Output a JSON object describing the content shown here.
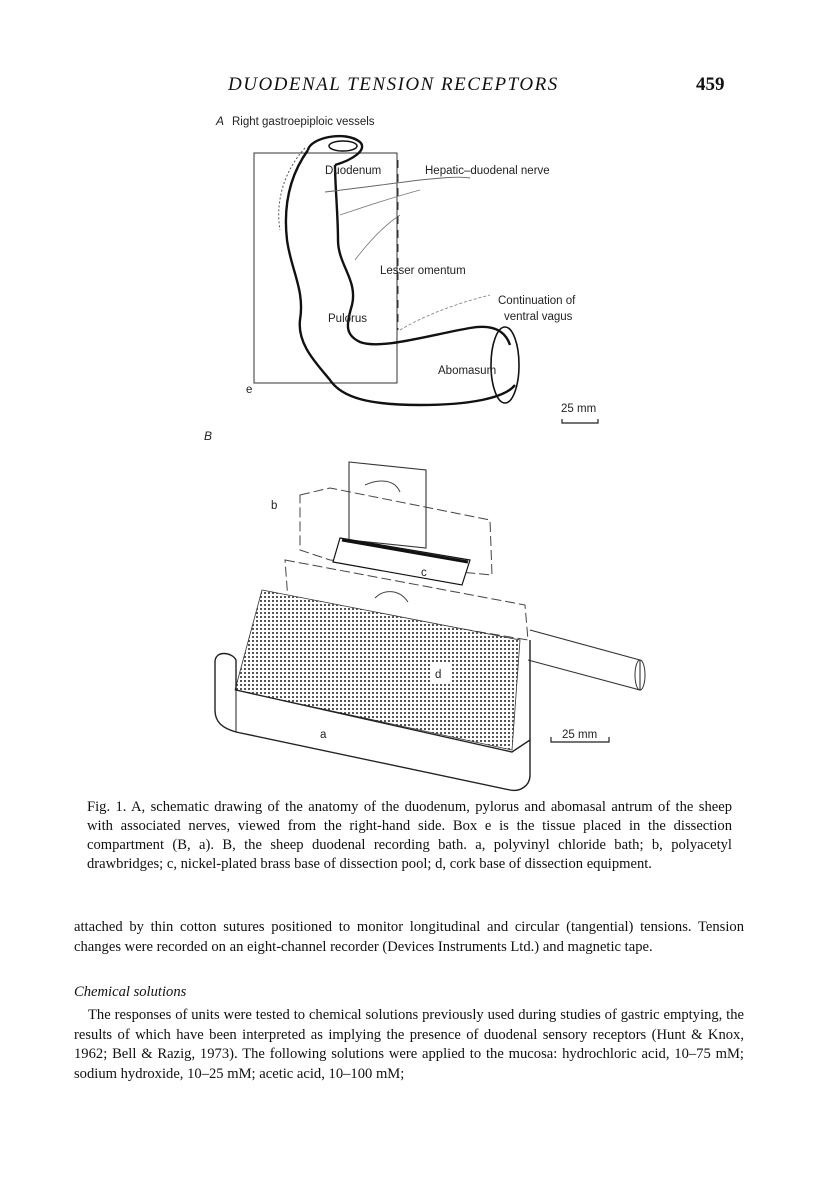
{
  "header": {
    "running_title": "DUODENAL TENSION RECEPTORS",
    "page_number": "459"
  },
  "figure": {
    "panel_a": {
      "label": "A",
      "title": "Right gastroepiploic vessels",
      "labels": {
        "duodenum": "Duodenum",
        "hepatic_nerve": "Hepatic–duodenal nerve",
        "lesser_omentum": "Lesser omentum",
        "continuation_1": "Continuation of",
        "continuation_2": "ventral vagus",
        "pylorus": "Pulorus",
        "abomasum": "Abomasum",
        "box_e": "e",
        "scale": "25 mm"
      }
    },
    "panel_b": {
      "label": "B",
      "labels": {
        "a": "a",
        "b": "b",
        "c": "c",
        "d": "d",
        "scale": "25 mm"
      }
    }
  },
  "caption": {
    "text": "Fig. 1. A, schematic drawing of the anatomy of the duodenum, pylorus and abomasal antrum of the sheep with associated nerves, viewed from the right-hand side. Box e is the tissue placed in the dissection compartment (B, a). B, the sheep duodenal recording bath. a, polyvinyl chloride bath; b, polyacetyl drawbridges; c, nickel-plated brass base of dissection pool; d, cork base of dissection equipment."
  },
  "body": {
    "paragraph_1": "attached by thin cotton sutures positioned to monitor longitudinal and circular (tangential) tensions. Tension changes were recorded on an eight-channel recorder (Devices Instruments Ltd.) and magnetic tape.",
    "section_heading": "Chemical solutions",
    "paragraph_2": "The responses of units were tested to chemical solutions previously used during studies of gastric emptying, the results of which have been interpreted as implying the presence of duodenal sensory receptors (Hunt & Knox, 1962; Bell & Razig, 1973). The following solutions were applied to the mucosa: hydrochloric acid, 10–75 mM; sodium hydroxide, 10–25 mM; acetic acid, 10–100 mM;"
  }
}
